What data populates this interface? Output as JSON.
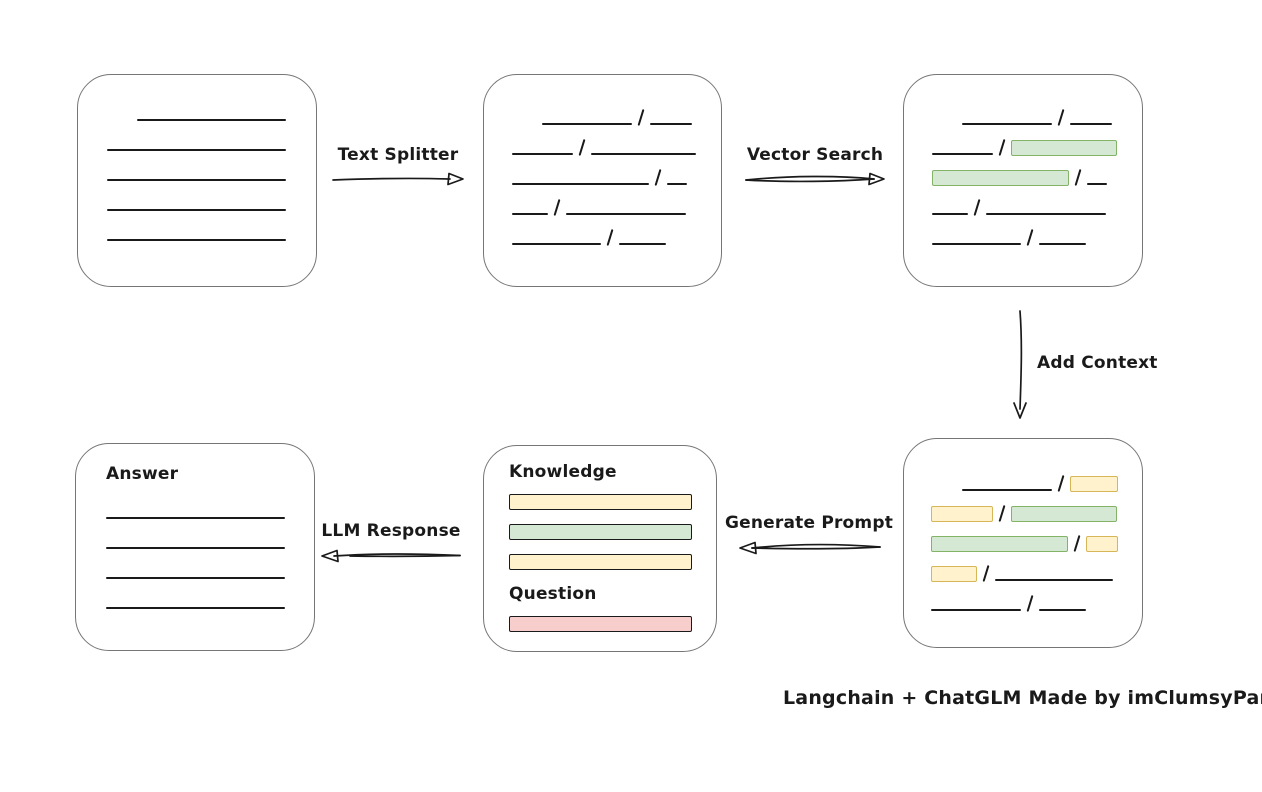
{
  "colors": {
    "ink": "#1a1a1a",
    "box_border": "#767676",
    "green_fill": "#d5e8d4",
    "green_border": "#82b366",
    "yellow_fill": "#fff2cc",
    "yellow_border": "#d6b656",
    "red_fill": "#f8cecc",
    "red_border": "#b85450"
  },
  "caption": "Langchain + ChatGLM Made by imClumsyPanda",
  "arrows": {
    "text_splitter": {
      "label": "Text Splitter",
      "direction": "right"
    },
    "vector_search": {
      "label": "Vector Search",
      "direction": "right"
    },
    "add_context": {
      "label": "Add Context",
      "direction": "down"
    },
    "generate_prompt": {
      "label": "Generate Prompt",
      "direction": "left"
    },
    "llm_response": {
      "label": "LLM Response",
      "direction": "left"
    }
  },
  "boxes": {
    "document": {
      "rows": [
        {
          "indent": 30,
          "segs": [
            {
              "kind": "line",
              "w": 149
            }
          ]
        },
        {
          "segs": [
            {
              "kind": "line",
              "w": 179
            }
          ]
        },
        {
          "segs": [
            {
              "kind": "line",
              "w": 179
            }
          ]
        },
        {
          "segs": [
            {
              "kind": "line",
              "w": 179
            }
          ]
        },
        {
          "segs": [
            {
              "kind": "line",
              "w": 179
            }
          ]
        }
      ]
    },
    "chunks": {
      "rows": [
        {
          "indent": 30,
          "segs": [
            {
              "kind": "line",
              "w": 90
            },
            {
              "kind": "slash"
            },
            {
              "kind": "line",
              "w": 42
            }
          ]
        },
        {
          "segs": [
            {
              "kind": "line",
              "w": 61
            },
            {
              "kind": "slash"
            },
            {
              "kind": "line",
              "w": 105
            }
          ]
        },
        {
          "segs": [
            {
              "kind": "line",
              "w": 137
            },
            {
              "kind": "slash"
            },
            {
              "kind": "line",
              "w": 20
            }
          ]
        },
        {
          "segs": [
            {
              "kind": "line",
              "w": 36
            },
            {
              "kind": "slash"
            },
            {
              "kind": "line",
              "w": 120
            }
          ]
        },
        {
          "segs": [
            {
              "kind": "line",
              "w": 89
            },
            {
              "kind": "slash"
            },
            {
              "kind": "line",
              "w": 47
            }
          ]
        }
      ]
    },
    "retrieval": {
      "rows": [
        {
          "indent": 30,
          "segs": [
            {
              "kind": "line",
              "w": 90
            },
            {
              "kind": "slash"
            },
            {
              "kind": "line",
              "w": 42
            }
          ]
        },
        {
          "segs": [
            {
              "kind": "line",
              "w": 61
            },
            {
              "kind": "slash"
            },
            {
              "kind": "bar",
              "color": "green",
              "w": 106
            }
          ]
        },
        {
          "segs": [
            {
              "kind": "bar",
              "color": "green",
              "w": 137
            },
            {
              "kind": "slash"
            },
            {
              "kind": "line",
              "w": 20
            }
          ]
        },
        {
          "segs": [
            {
              "kind": "line",
              "w": 36
            },
            {
              "kind": "slash"
            },
            {
              "kind": "line",
              "w": 120
            }
          ]
        },
        {
          "segs": [
            {
              "kind": "line",
              "w": 89
            },
            {
              "kind": "slash"
            },
            {
              "kind": "line",
              "w": 47
            }
          ]
        }
      ]
    },
    "context": {
      "rows": [
        {
          "indent": 31,
          "segs": [
            {
              "kind": "line",
              "w": 90
            },
            {
              "kind": "slash"
            },
            {
              "kind": "bar",
              "color": "yellow",
              "w": 48
            }
          ]
        },
        {
          "segs": [
            {
              "kind": "bar",
              "color": "yellow",
              "w": 62
            },
            {
              "kind": "slash"
            },
            {
              "kind": "bar",
              "color": "green",
              "w": 106
            }
          ]
        },
        {
          "segs": [
            {
              "kind": "bar",
              "color": "green",
              "w": 137
            },
            {
              "kind": "slash"
            },
            {
              "kind": "bar",
              "color": "yellow",
              "w": 32
            }
          ]
        },
        {
          "segs": [
            {
              "kind": "bar",
              "color": "yellow",
              "w": 46
            },
            {
              "kind": "slash"
            },
            {
              "kind": "line",
              "w": 118
            }
          ]
        },
        {
          "segs": [
            {
              "kind": "line",
              "w": 90
            },
            {
              "kind": "slash"
            },
            {
              "kind": "line",
              "w": 47
            }
          ]
        }
      ]
    },
    "prompt": {
      "knowledge_label": "Knowledge",
      "question_label": "Question",
      "knowledge_bars": [
        "yellow",
        "green",
        "yellow"
      ],
      "question_bars": [
        "red"
      ]
    },
    "answer": {
      "label": "Answer",
      "rows": [
        {
          "segs": [
            {
              "kind": "line",
              "w": 179
            }
          ]
        },
        {
          "segs": [
            {
              "kind": "line",
              "w": 179
            }
          ]
        },
        {
          "segs": [
            {
              "kind": "line",
              "w": 179
            }
          ]
        },
        {
          "segs": [
            {
              "kind": "line",
              "w": 179
            }
          ]
        }
      ]
    }
  }
}
